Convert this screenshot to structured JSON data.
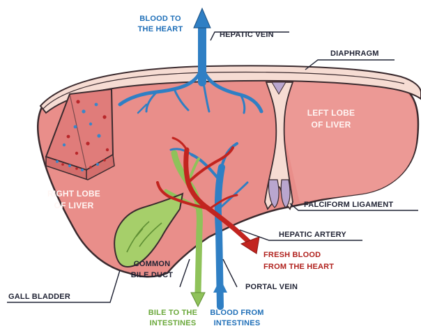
{
  "labels": {
    "blood_to_heart": [
      "BLOOD TO",
      "THE HEART"
    ],
    "hepatic_vein": "HEPATIC VEIN",
    "diaphragm": "DIAPHRAGM",
    "left_lobe": [
      "LEFT LOBE",
      "OF LIVER"
    ],
    "right_lobe": [
      "RIGHT LOBE",
      "OF LIVER"
    ],
    "falciform_ligament": "FALCIFORM LIGAMENT",
    "hepatic_artery": "HEPATIC ARTERY",
    "fresh_blood": [
      "FRESH BLOOD",
      "FROM THE HEART"
    ],
    "common_bile_duct": [
      "COMMON",
      "BILE DUCT"
    ],
    "portal_vein": "PORTAL VEIN",
    "gall_bladder": "GALL BLADDER",
    "bile_to_intestines": [
      "BILE TO THE",
      "INTESTINES"
    ],
    "blood_from_intestines": [
      "BLOOD FROM",
      "INTESTINES"
    ]
  },
  "colors": {
    "liver": "#e98e8a",
    "liver_outline": "#3a2a2e",
    "diaphragm": "#f6dcd3",
    "hepatic_vein": "#2f7fc4",
    "hepatic_artery": "#c2241f",
    "bile": "#8fc25a",
    "gall_bladder": "#a6cf6a",
    "ligament": "#b9a6cf",
    "label_dark": "#1f2233",
    "label_blue": "#1f6fb8",
    "label_red": "#b0201c",
    "label_green": "#6aa83a"
  }
}
